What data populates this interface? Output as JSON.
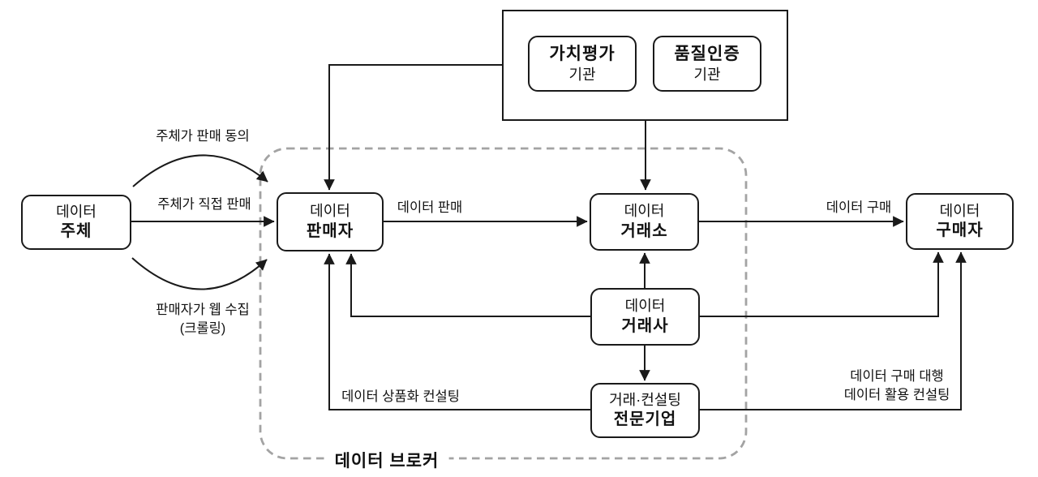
{
  "diagram": {
    "title_hint": "data-broker-ecosystem-flowchart",
    "colors": {
      "line": "#1a1a1a",
      "dashed_region": "#a3a3a3",
      "background": "#ffffff",
      "text": "#111111"
    },
    "nodes": {
      "subject": {
        "line1": "데이터",
        "line2": "주체"
      },
      "seller": {
        "line1": "데이터",
        "line2": "판매자"
      },
      "exchange": {
        "line1": "데이터",
        "line2": "거래소"
      },
      "buyer": {
        "line1": "데이터",
        "line2": "구매자"
      },
      "trader": {
        "line1": "데이터",
        "line2": "거래사"
      },
      "consulting_firm": {
        "line1": "거래·컨설팅",
        "line2": "전문기업"
      },
      "valuation_agency": {
        "line1": "가치평가",
        "line2": "기관"
      },
      "quality_agency": {
        "line1": "품질인증",
        "line2": "기관"
      }
    },
    "edge_labels": {
      "consent": "주체가 판매 동의",
      "direct_sale": "주체가 직접 판매",
      "web_crawl_line1": "판매자가 웹 수집",
      "web_crawl_line2": "(크롤링)",
      "data_sale": "데이터 판매",
      "data_purchase": "데이터 구매",
      "commercialization_consulting": "데이터 상품화 컨설팅",
      "purchase_agency_line1": "데이터 구매 대행",
      "purchase_agency_line2": "데이터 활용 컨설팅"
    },
    "region_label": "데이터 브로커"
  }
}
